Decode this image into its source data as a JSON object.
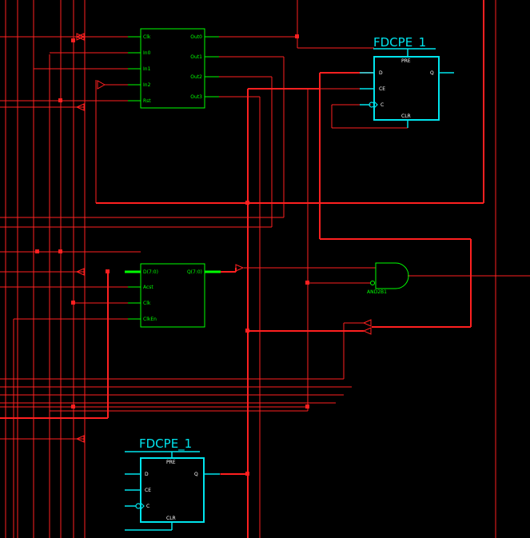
{
  "colors": {
    "background": "#000000",
    "wire": "#ff2020",
    "bus": "#00ff00",
    "block_green": "#00ff00",
    "block_cyan": "#00e5ee"
  },
  "blocks": {
    "decoder": {
      "inputs": [
        "Clk",
        "In0",
        "In1",
        "In2",
        "Rst"
      ],
      "outputs": [
        "Out0",
        "Out1",
        "Out2",
        "Out3"
      ]
    },
    "register": {
      "inputs": [
        "D(7:0)",
        "Acst",
        "Clk",
        "ClkEn"
      ],
      "output": "Q(7:0)"
    },
    "ff_top": {
      "title": "FDCPE_1",
      "pre": "PRE",
      "d": "D",
      "ce": "CE",
      "c": "C",
      "q": "Q",
      "clr": "CLR"
    },
    "ff_bottom": {
      "title": "FDCPE_1",
      "pre": "PRE",
      "d": "D",
      "ce": "CE",
      "c": "C",
      "q": "Q",
      "clr": "CLR"
    },
    "and_gate": {
      "label": "AND2B1"
    }
  }
}
